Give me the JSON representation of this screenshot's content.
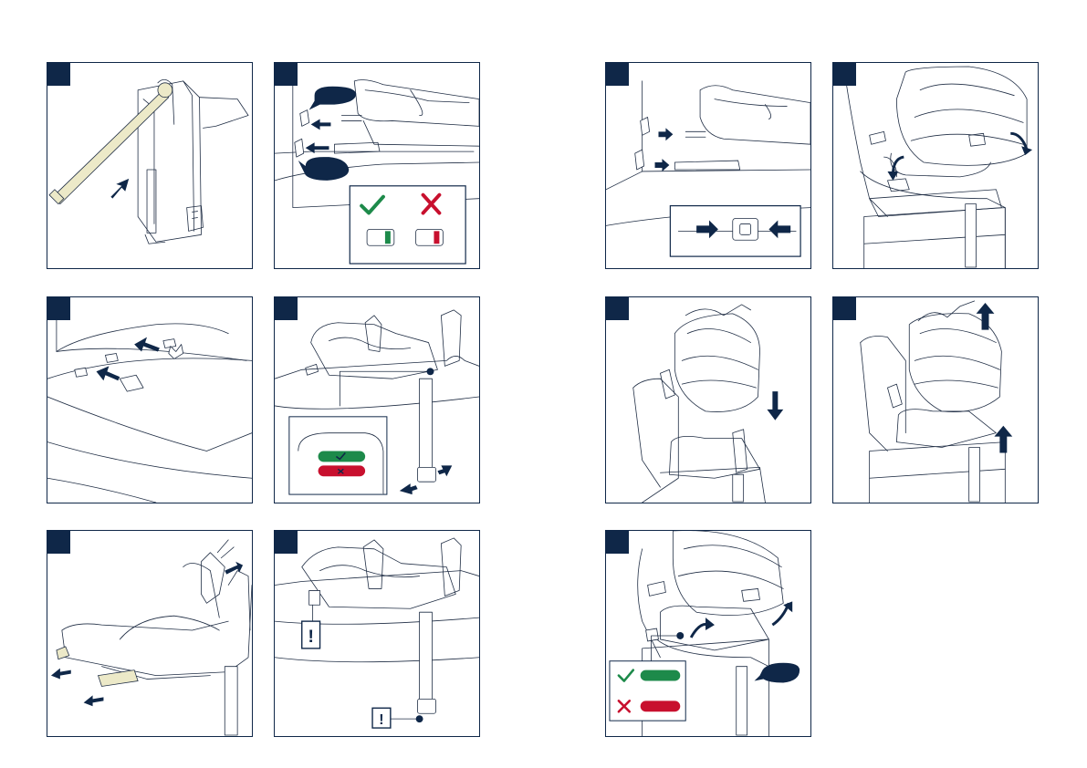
{
  "page": {
    "panels": [
      {
        "id": "p1",
        "step": ""
      },
      {
        "id": "p2",
        "step": ""
      },
      {
        "id": "p3",
        "step": ""
      },
      {
        "id": "p4",
        "step": ""
      },
      {
        "id": "p5",
        "step": ""
      },
      {
        "id": "p6",
        "step": ""
      },
      {
        "id": "p7",
        "step": ""
      },
      {
        "id": "p8",
        "step": ""
      },
      {
        "id": "p9",
        "step": ""
      },
      {
        "id": "p10",
        "step": ""
      },
      {
        "id": "p11",
        "step": ""
      }
    ],
    "symbols": {
      "check": "✓",
      "cross": "✕",
      "warning": "!"
    },
    "colors": {
      "navy": "#0f2748",
      "green": "#1d8a4a",
      "red": "#c8102e",
      "tan": "#ece9c8"
    },
    "icons": [
      "arrow-icon",
      "check-icon",
      "cross-icon",
      "warning-icon",
      "indicator-icon",
      "speech-bubble-icon"
    ]
  }
}
